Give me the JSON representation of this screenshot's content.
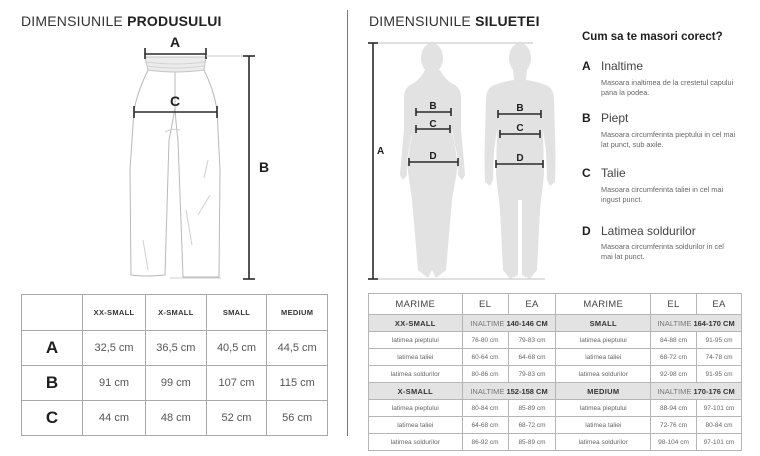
{
  "product": {
    "title_light": "DIMENSIUNILE",
    "title_bold": "PRODUSULUI",
    "diagram": {
      "icon": "pants-outline",
      "labels": {
        "a": "A",
        "b": "B",
        "c": "C"
      }
    },
    "table": {
      "columns": [
        "",
        "XX-SMALL",
        "X-SMALL",
        "SMALL",
        "MEDIUM"
      ],
      "rows": [
        {
          "label": "A",
          "values": [
            "32,5 cm",
            "36,5 cm",
            "40,5 cm",
            "44,5 cm"
          ]
        },
        {
          "label": "B",
          "values": [
            "91 cm",
            "99 cm",
            "107 cm",
            "115 cm"
          ]
        },
        {
          "label": "C",
          "values": [
            "44 cm",
            "48 cm",
            "52 cm",
            "56 cm"
          ]
        }
      ]
    }
  },
  "silhouette": {
    "title_light": "DIMENSIUNILE",
    "title_bold": "SILUETEI",
    "diagram": {
      "icons": [
        "female-silhouette",
        "male-silhouette"
      ],
      "labels": {
        "a": "A",
        "b": "B",
        "c": "C",
        "d": "D"
      }
    },
    "table": {
      "header": {
        "size": "MARIME",
        "el": "EL",
        "ea": "EA"
      },
      "height_label": "INALTIME",
      "groups": [
        [
          {
            "size": "XX-SMALL",
            "height": "140-146 CM",
            "rows": [
              {
                "label": "latimea pieptului",
                "el": "76-80 cm",
                "ea": "79-83 cm"
              },
              {
                "label": "latimea taliei",
                "el": "60-64 cm",
                "ea": "64-68 cm"
              },
              {
                "label": "latimea soldurilor",
                "el": "80-86 cm",
                "ea": "79-83 cm"
              }
            ]
          },
          {
            "size": "SMALL",
            "height": "164-170 CM",
            "rows": [
              {
                "label": "latimea pieptului",
                "el": "84-88 cm",
                "ea": "91-95 cm"
              },
              {
                "label": "latimea taliei",
                "el": "68-72 cm",
                "ea": "74-78 cm"
              },
              {
                "label": "latimea soldurilor",
                "el": "92-98 cm",
                "ea": "91-95 cm"
              }
            ]
          }
        ],
        [
          {
            "size": "X-SMALL",
            "height": "152-158 CM",
            "rows": [
              {
                "label": "latimea pieptului",
                "el": "80-84 cm",
                "ea": "85-89 cm"
              },
              {
                "label": "latimea taliei",
                "el": "64-68 cm",
                "ea": "68-72 cm"
              },
              {
                "label": "latimea soldurilor",
                "el": "86-92 cm",
                "ea": "85-89 cm"
              }
            ]
          },
          {
            "size": "MEDIUM",
            "height": "170-176 CM",
            "rows": [
              {
                "label": "latimea pieptului",
                "el": "88-94 cm",
                "ea": "97-101 cm"
              },
              {
                "label": "latimea taliei",
                "el": "72-76 cm",
                "ea": "80-84 cm"
              },
              {
                "label": "latimea soldurilor",
                "el": "98-104 cm",
                "ea": "97-101 cm"
              }
            ]
          }
        ]
      ]
    }
  },
  "guide": {
    "title": "Cum sa te masori corect?",
    "items": [
      {
        "letter": "A",
        "name": "Inaltime",
        "desc": "Masoara inaltimea de la crestetul capului pana la podea."
      },
      {
        "letter": "B",
        "name": "Piept",
        "desc": "Masoara circumferinta pieptului in cel mai lat punct, sub axile."
      },
      {
        "letter": "C",
        "name": "Talie",
        "desc": "Masoara circumferinta taliei in cel mai ingust punct."
      },
      {
        "letter": "D",
        "name": "Latimea soldurilor",
        "desc": "Masoara circumferinta soldurilor in cel mai lat punct."
      }
    ]
  },
  "colors": {
    "line_dark": "#2a2a2a",
    "silhouette_fill": "#e2e2e2",
    "section_row_bg": "#e3e3e3",
    "table_border": "#a8a8a8"
  }
}
